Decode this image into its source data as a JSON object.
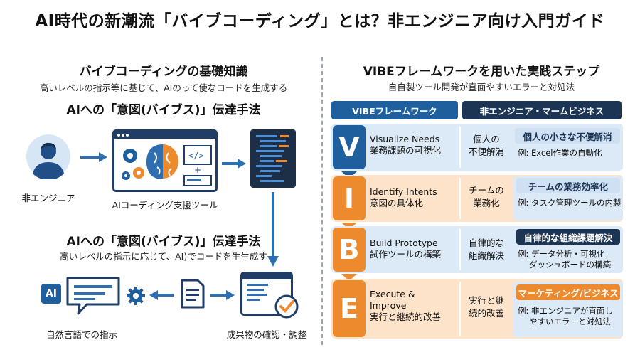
{
  "title": "AI時代の新潮流「バイブコーディング」とは？非エンジニア向け入門ガイド",
  "left": {
    "heading": "バイブコーディングの基礎知識",
    "subheading": "高いレベルの指示等に基じて、AIのって使なコードを生成する",
    "method_title_1": "AIへの「意図(バイブス)」伝達手法",
    "user_label": "非エンジニア",
    "tool_label": "AIコーディング支援ツール",
    "method_title_2": "AIへの「意図(バイブス)」伝達手法",
    "method_sub_2": "高いレベルの指示に応じて、AI)でコードを生生成す",
    "ai_badge": "AI",
    "nl_label": "自然言語での指示",
    "result_label": "成果物の確認・調整"
  },
  "right": {
    "heading": "VIBEフレームワークを用いた実践ステップ",
    "subheading": "自自製ツール開発が直面やすいエラーと対処法",
    "col_header_left": "VIBEフレームワーク",
    "col_header_right": "非エンジニア・マームビジネス",
    "rows": [
      {
        "letter": "V",
        "step_en": "Visualize Needs",
        "step_jp": "業務課題の可視化",
        "mid_1": "個人の",
        "mid_2": "不便解消",
        "tag": "個人の小さな不便解消",
        "ex_1": "例: Excel作業の自動化",
        "ex_2": ""
      },
      {
        "letter": "I",
        "step_en": "Identify Intents",
        "step_jp": "意図の具体化",
        "mid_1": "チームの",
        "mid_2": "業務化",
        "tag": "チームの業務効率化",
        "ex_1": "例: タスク管理ツールの内製",
        "ex_2": ""
      },
      {
        "letter": "B",
        "step_en": "Build Prototype",
        "step_jp": "試作ツールの構築",
        "mid_1": "自律的な",
        "mid_2": "組織解決",
        "tag": "自律的な組織課題解決",
        "ex_1": "例: データ分析・可視化",
        "ex_2": "ダッシュボードの構築"
      },
      {
        "letter": "E",
        "step_en": "Execute &",
        "step_en_2": "Improve",
        "step_jp": "実行と継続的改善",
        "mid_1": "実行と継",
        "mid_2": "続的改善",
        "tag": "マーケティング/ビジネス",
        "ex_1": "例: 非エンジニアが直面し",
        "ex_2": "やすいエラーと対処法"
      }
    ]
  },
  "colors": {
    "navy": "#1f3d66",
    "blue": "#2f6fb0",
    "orange": "#ee8a2e",
    "light_blue": "#dce9f6",
    "light_orange": "#fde3c9"
  }
}
